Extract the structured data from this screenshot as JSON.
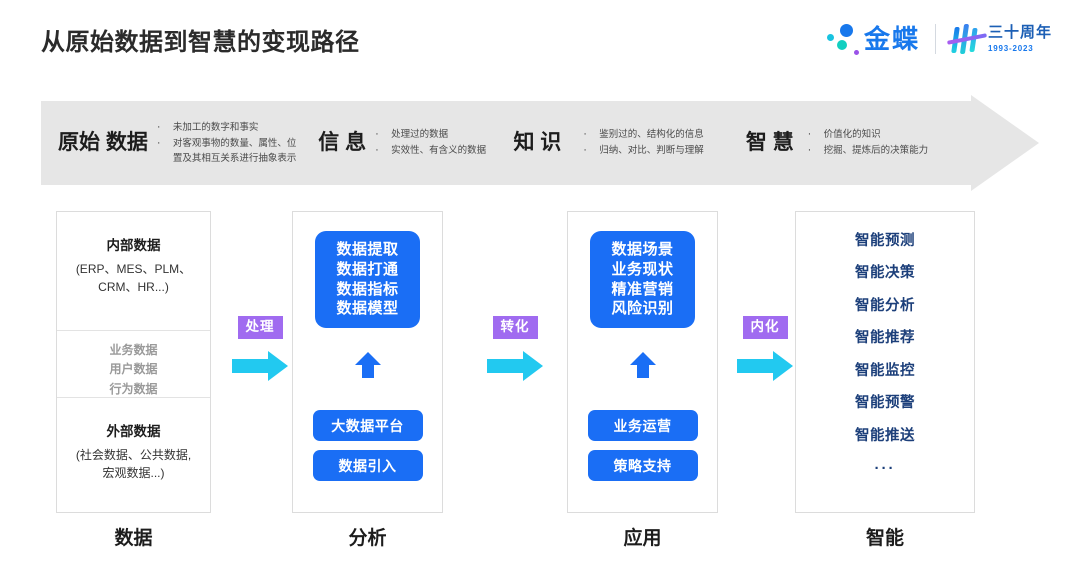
{
  "header": {
    "title": "从原始数据到智慧的变现路径",
    "brand_name": "金蝶",
    "anniversary_main": "三十周年",
    "anniversary_years": "1993-2023",
    "brand_color": "#1878ec",
    "accent_purple": "#9a52e8"
  },
  "banner": {
    "background": "#e6e6e6",
    "stages": [
      {
        "name": "原始\n数据",
        "name_line1": "原始",
        "name_line2": "数据",
        "bullets": [
          {
            "dot": "·",
            "lines": [
              "未加工的数字和事实"
            ]
          },
          {
            "dot": "·",
            "lines": [
              "对客观事物的数量、属性、位",
              "置及其相互关系进行抽象表示"
            ]
          }
        ]
      },
      {
        "name_line1": "信",
        "name_line2": "息",
        "bullets": [
          {
            "dot": "·",
            "lines": [
              "处理过的数据"
            ]
          },
          {
            "dot": "·",
            "lines": [
              "实效性、有含义的数据"
            ]
          }
        ]
      },
      {
        "name_line1": "知",
        "name_line2": "识",
        "bullets": [
          {
            "dot": "·",
            "lines": [
              "鉴别过的、结构化的信息"
            ]
          },
          {
            "dot": "·",
            "lines": [
              "归纳、对比、判断与理解"
            ]
          }
        ]
      },
      {
        "name_line1": "智",
        "name_line2": "慧",
        "bullets": [
          {
            "dot": "·",
            "lines": [
              "价值化的知识"
            ]
          },
          {
            "dot": "·",
            "lines": [
              "挖掘、提炼后的决策能力"
            ]
          }
        ]
      }
    ]
  },
  "columns": {
    "data": {
      "foot_label": "数据",
      "internal_title": "内部数据",
      "internal_sub_line1": "(ERP、MES、PLM、",
      "internal_sub_line2": "CRM、HR...)",
      "middle_line1": "业务数据",
      "middle_line2": "用户数据",
      "middle_line3": "行为数据",
      "external_title": "外部数据",
      "external_sub_line1": "(社会数据、公共数据,",
      "external_sub_line2": "宏观数据...)"
    },
    "analysis": {
      "foot_label": "分析",
      "box_line1": "数据提取",
      "box_line2": "数据打通",
      "box_line3": "数据指标",
      "box_line4": "数据模型",
      "pill1": "大数据平台",
      "pill2": "数据引入"
    },
    "application": {
      "foot_label": "应用",
      "box_line1": "数据场景",
      "box_line2": "业务现状",
      "box_line3": "精准营销",
      "box_line4": "风险识别",
      "pill1": "业务运营",
      "pill2": "策略支持"
    },
    "intelligence": {
      "foot_label": "智能",
      "items": [
        "智能预测",
        "智能决策",
        "智能分析",
        "智能推荐",
        "智能监控",
        "智能预警",
        "智能推送"
      ],
      "ellipsis": "···"
    }
  },
  "connectors": [
    {
      "label": "处理",
      "label_bg": "#a06bf0",
      "arrow_color": "#22c9f0"
    },
    {
      "label": "转化",
      "label_bg": "#a06bf0",
      "arrow_color": "#22c9f0"
    },
    {
      "label": "内化",
      "label_bg": "#a06bf0",
      "arrow_color": "#22c9f0"
    }
  ],
  "theme": {
    "box_blue": "#1a6ef5",
    "navy_text": "#1c3f7a",
    "gray_text": "#9a9a9a"
  }
}
